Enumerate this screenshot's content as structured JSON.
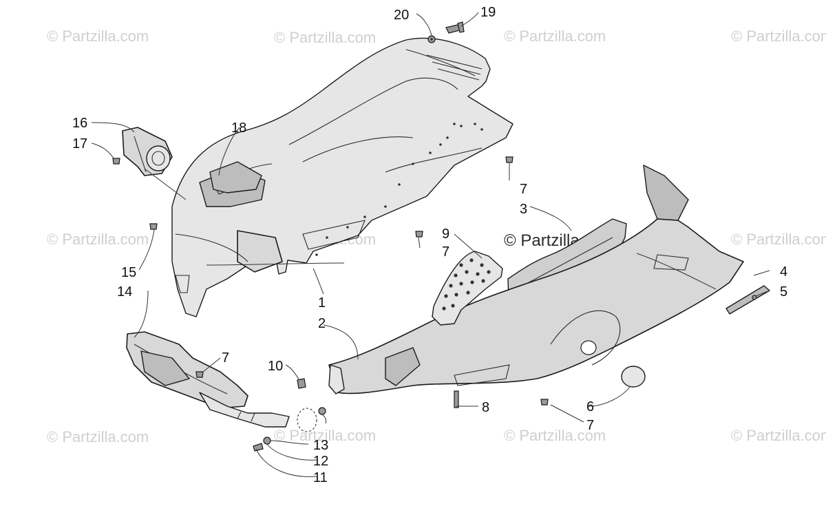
{
  "watermarks": [
    "© Partzilla.com",
    "© Partzilla.com",
    "© Partzilla.com",
    "© Partzilla.com",
    "© Partzilla.com",
    "© Partzilla.com",
    "© Partzilla.com",
    "© Partzilla.com",
    "© Partzilla.com",
    "© Partzilla.com",
    "© Partzilla.com"
  ],
  "center_watermark": "© Partzilla.com",
  "callouts": {
    "c1": "1",
    "c2": "2",
    "c3": "3",
    "c4": "4",
    "c5": "5",
    "c6": "6",
    "c7a": "7",
    "c7b": "7",
    "c7c": "7",
    "c7d": "7",
    "c8": "8",
    "c9": "9",
    "c10": "10",
    "c11": "11",
    "c12": "12",
    "c13": "13",
    "c14": "14",
    "c15": "15",
    "c16": "16",
    "c17": "17",
    "c18": "18",
    "c19": "19",
    "c20": "20"
  }
}
